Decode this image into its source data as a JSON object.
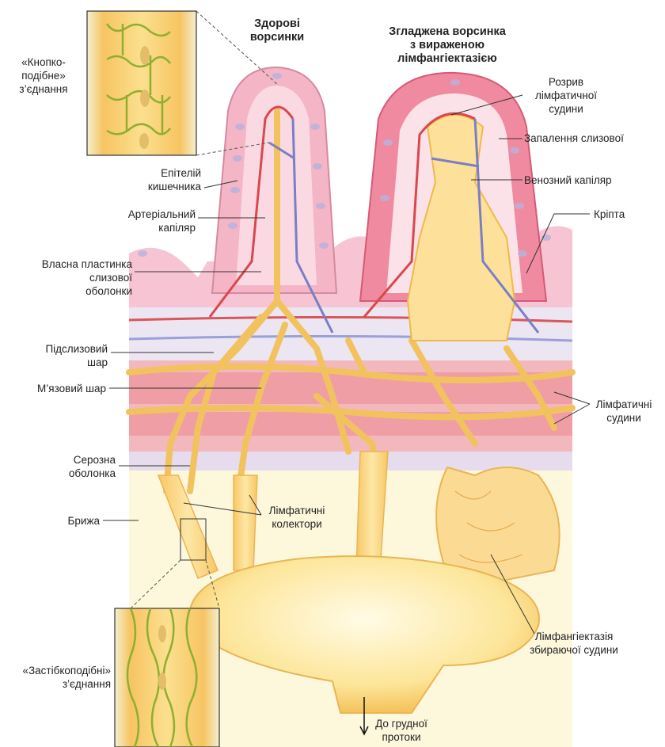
{
  "titles": {
    "healthy": "Здорові\nворсинки",
    "flattened": "Згладжена ворсинка\nз вираженою\nлімфангіектазією"
  },
  "labels": {
    "button_junction": "«Кнопко-\nподібне»\nз’єднання",
    "epithelium": "Епітелій\nкишечника",
    "arterial": "Артеріальний\nкапіляр",
    "lamina": "Власна пластинка\nслизової\nоболонки",
    "submucosa": "Підслизовий\nшар",
    "muscle": "М’язовий шар",
    "serosa": "Серозна\nоболонка",
    "mesentery": "Брижа",
    "zipper_junction": "«Застібкоподібні»\nз’єднання",
    "rupture": "Розрив\nлімфатичної\nсудини",
    "inflammation": "Запалення слизової",
    "venous": "Венозний капіляр",
    "crypt": "Кріпта",
    "lymph_vessels": "Лімфатичні\nсудини",
    "collectors": "Лімфатичні\nколектори",
    "ectasia": "Лімфангіектазія\nзбираючої судини",
    "to_duct": "До грудної\nпротоки"
  },
  "colors": {
    "mucosa": "#f4b8c8",
    "epithelium_cell": "#f7c9d6",
    "inflamed": "#e8506a",
    "lymph": "#f9d27a",
    "lymph_light": "#fde8b0",
    "artery": "#d8484e",
    "vein": "#7a7fc4",
    "submucosa": "#e9e3ef",
    "muscle": "#f2a9b0",
    "mesentery": "#fdf8dc"
  }
}
